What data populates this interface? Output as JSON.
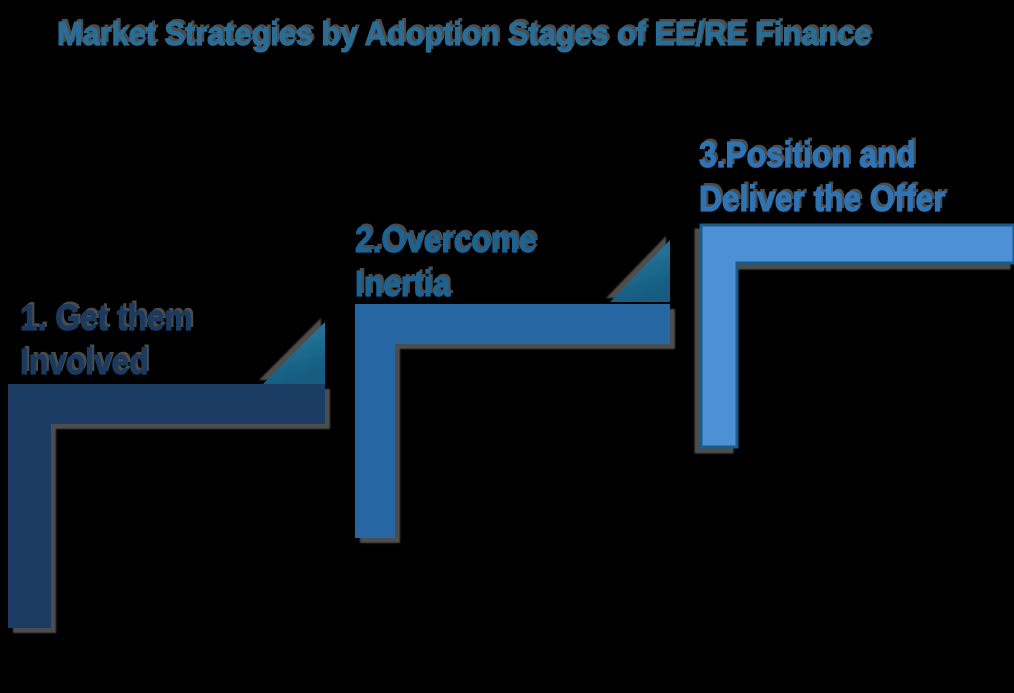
{
  "title": {
    "text": "Market Strategies by Adoption Stages of EE/RE Finance",
    "color": "#2A6C94"
  },
  "colors": {
    "background": "#000000",
    "shadow": "#545454",
    "triangle_top": "#2E7FA6",
    "triangle_bottom": "#135C80"
  },
  "steps": [
    {
      "label": "1. Get them\nInvolved",
      "text_color": "#1B3A5F",
      "fill": "#1C3E63"
    },
    {
      "label": "2.Overcome\nInertia",
      "text_color": "#1D6290",
      "fill": "#2766A3"
    },
    {
      "label": "3.Position and\nDeliver the Offer",
      "text_color": "#2E74B5",
      "fill": "#4E90D4",
      "stroke": "#1E5C8A"
    }
  ]
}
